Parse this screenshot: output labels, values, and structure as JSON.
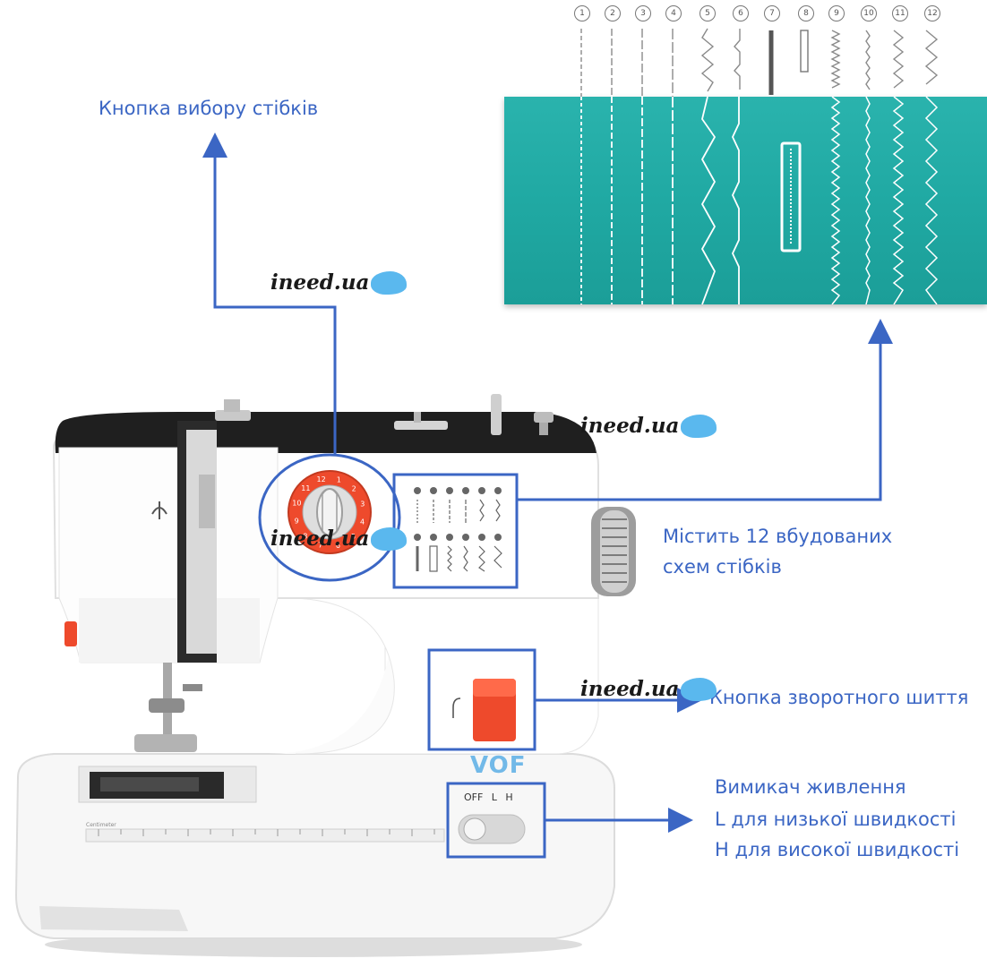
{
  "annotations": {
    "stitch_selector": "Кнопка вибору стібків",
    "patterns_line1": "Містить 12 вбудованих",
    "patterns_line2": "схем стібків",
    "reverse": "Кнопка зворотного шиття",
    "power_line1": "Вимикач живлення",
    "power_line2": "L для низької швидкості",
    "power_line3": "H для високої швидкості"
  },
  "watermark": "ineed.ua",
  "brand_logo": "VOF",
  "power_switch_labels": "OFF L H",
  "ruler_label": "Centimeter",
  "stitch_numbers": [
    "1",
    "2",
    "3",
    "4",
    "5",
    "6",
    "7",
    "8",
    "9",
    "10",
    "11",
    "12"
  ],
  "dial_numbers": [
    "12",
    "1",
    "2",
    "3",
    "4",
    "5",
    "6",
    "7",
    "8",
    "9",
    "10",
    "11"
  ],
  "colors": {
    "annotation_blue": "#3b66c4",
    "fabric_teal": "#22aaa4",
    "accent_red": "#ee4a2c",
    "watermark_blob": "#5ab8ee"
  }
}
